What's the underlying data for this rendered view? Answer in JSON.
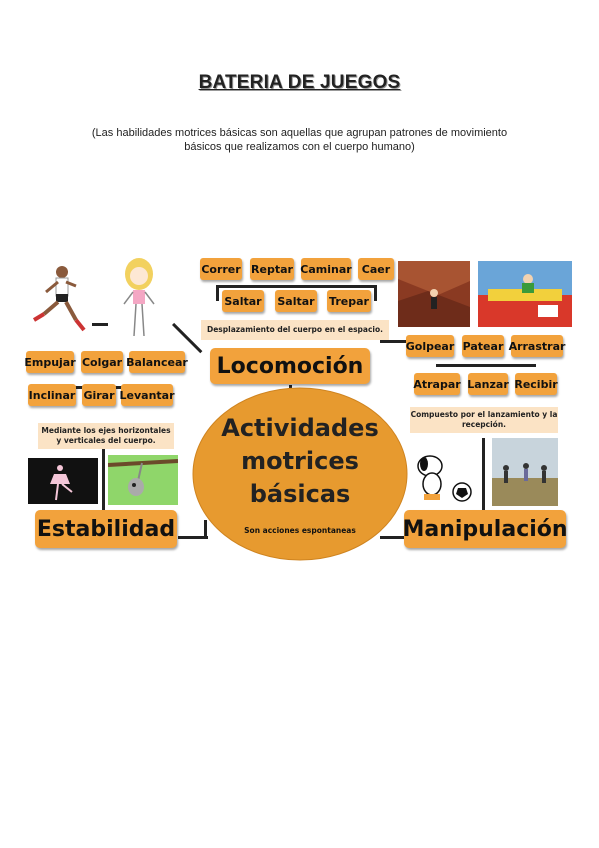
{
  "document": {
    "title": "BATERIA DE JUEGOS",
    "subtitle": "(Las habilidades motrices básicas son aquellas que agrupan patrones de movimiento básicos que realizamos con el cuerpo humano)"
  },
  "diagram": {
    "center": {
      "line1": "Actividades",
      "line2": "motrices",
      "line3": "básicas",
      "note": "Son acciones espontaneas"
    },
    "locomocion": {
      "title": "Locomoción",
      "note": "Desplazamiento del cuerpo en el espacio.",
      "items": [
        "Correr",
        "Reptar",
        "Caminar",
        "Caer",
        "Saltar",
        "Saltar",
        "Trepar"
      ]
    },
    "estabilidad": {
      "title": "Estabilidad",
      "note": "Mediante los ejes horizontales y verticales del cuerpo.",
      "items": [
        "Empujar",
        "Colgar",
        "Balancear",
        "Inclinar",
        "Girar",
        "Levantar"
      ]
    },
    "manipulacion": {
      "title": "Manipulación",
      "note": "Compuesto por el lanzamiento y la recepción.",
      "items": [
        "Golpear",
        "Patear",
        "Arrastrar",
        "Atrapar",
        "Lanzar",
        "Recibir"
      ]
    },
    "colors": {
      "box": "#f2a23c",
      "note": "#fbe3c5",
      "center": "#e79a2f"
    }
  }
}
